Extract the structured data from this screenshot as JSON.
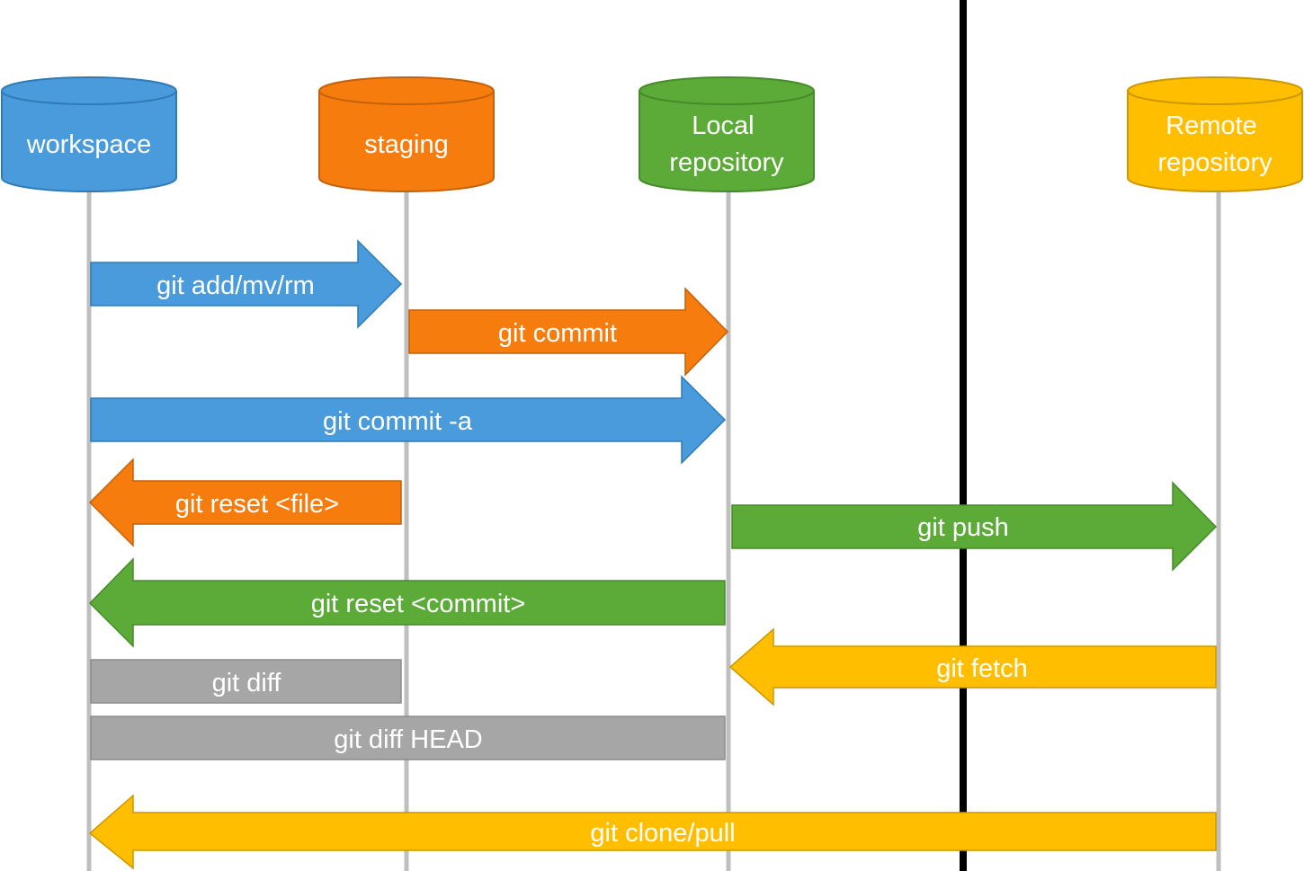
{
  "colors": {
    "blue": "#4A9BDC",
    "orange": "#F57C0D",
    "green": "#5CAA38",
    "yellow": "#FFBE00",
    "gray": "#A6A6A6",
    "lifeline": "#BFBFBF",
    "divider": "#000000"
  },
  "stores": {
    "workspace": {
      "label_lines": [
        "workspace"
      ]
    },
    "staging": {
      "label_lines": [
        "staging"
      ]
    },
    "local": {
      "label_lines": [
        "Local",
        "repository"
      ]
    },
    "remote": {
      "label_lines": [
        "Remote",
        "repository"
      ]
    }
  },
  "commands": {
    "add": "git add/mv/rm",
    "commit": "git commit",
    "commit_a": "git commit -a",
    "reset_file": "git reset <file>",
    "push": "git push",
    "reset_commit": "git reset <commit>",
    "fetch": "git fetch",
    "diff": "git diff",
    "diff_head": "git diff HEAD",
    "clone_pull": "git clone/pull"
  }
}
